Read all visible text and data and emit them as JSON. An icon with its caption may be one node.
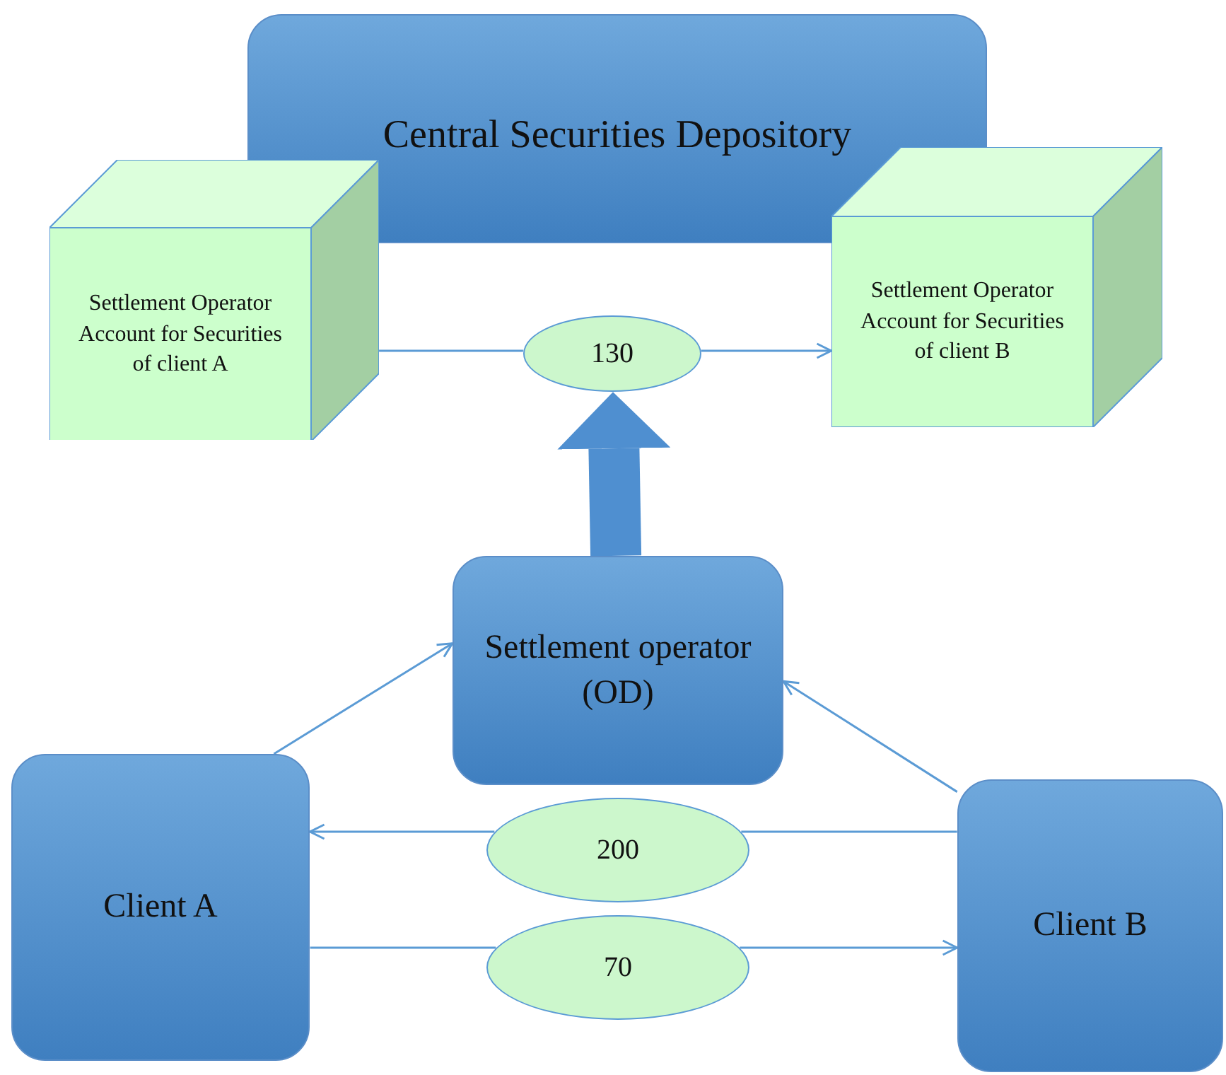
{
  "diagram": {
    "nodes": [
      {
        "text": [
          "Central Securities Depository"
        ]
      },
      {
        "text": [
          "Settlement Operator Account for Securities of client A"
        ]
      },
      {
        "text": [
          "Settlement Operator Account for Securities of client B"
        ]
      },
      {
        "text": [
          "130"
        ]
      },
      {
        "text": [
          "Settlement operator (OD)"
        ]
      },
      {
        "text": [
          "Client A"
        ]
      },
      {
        "text": [
          "Client  B"
        ]
      },
      {
        "text": [
          "200"
        ]
      },
      {
        "text": [
          "70"
        ]
      }
    ],
    "edges": [
      {
        "from": 1,
        "to": 3,
        "arrow": "none"
      },
      {
        "from": 3,
        "to": 2,
        "arrow": "to"
      },
      {
        "from": 4,
        "to": 3,
        "arrow": "to",
        "style": "thick"
      },
      {
        "from": 5,
        "to": 4,
        "arrow": "to"
      },
      {
        "from": 6,
        "to": 4,
        "arrow": "to"
      },
      {
        "from": 6,
        "to": 7,
        "arrow": "none"
      },
      {
        "from": 7,
        "to": 5,
        "arrow": "to"
      },
      {
        "from": 5,
        "to": 8,
        "arrow": "none"
      },
      {
        "from": 8,
        "to": 6,
        "arrow": "to"
      }
    ]
  }
}
